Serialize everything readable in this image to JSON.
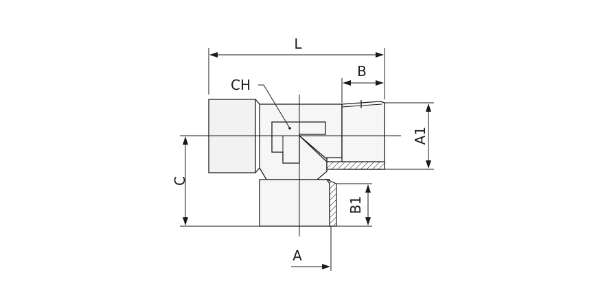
{
  "labels": {
    "length": "L",
    "thread_length": "B",
    "hex_size": "CH",
    "height": "C",
    "side_diameter": "A1",
    "branch_thread_length": "B1",
    "diameter": "A"
  },
  "colors": {
    "line": "#1a1a1a",
    "body_fill": "#f2f2f2"
  }
}
